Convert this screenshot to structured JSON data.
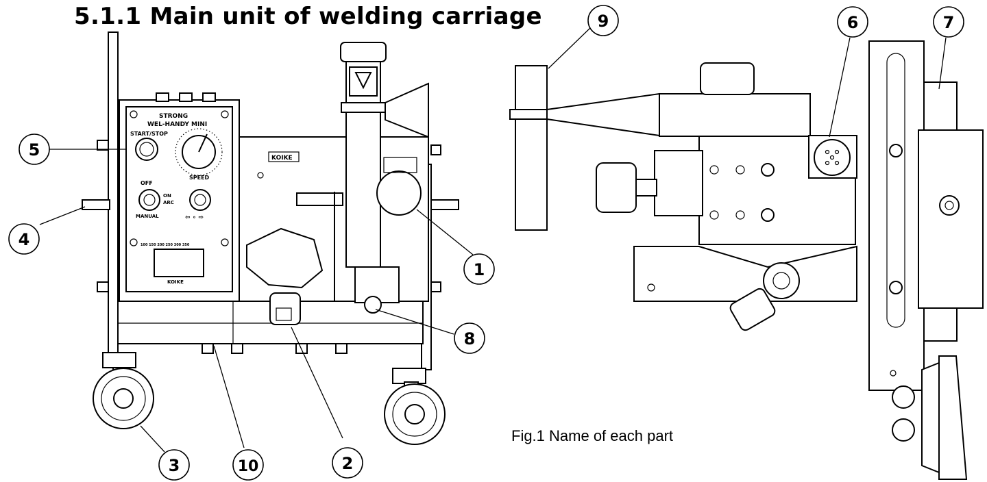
{
  "heading": "5.1.1 Main unit of welding carriage",
  "caption": "Fig.1 Name of each part",
  "callouts": [
    "1",
    "2",
    "3",
    "4",
    "5",
    "6",
    "7",
    "8",
    "9",
    "10"
  ],
  "panel": {
    "brand_top": "STRONG",
    "model": "WEL-HANDY MINI",
    "start_stop": "START/STOP",
    "speed": "SPEED",
    "off": "OFF",
    "on": "ON",
    "arc": "ARC",
    "manual": "MANUAL",
    "footer_brand": "KOIKE"
  },
  "body_brand": "KOIKE"
}
